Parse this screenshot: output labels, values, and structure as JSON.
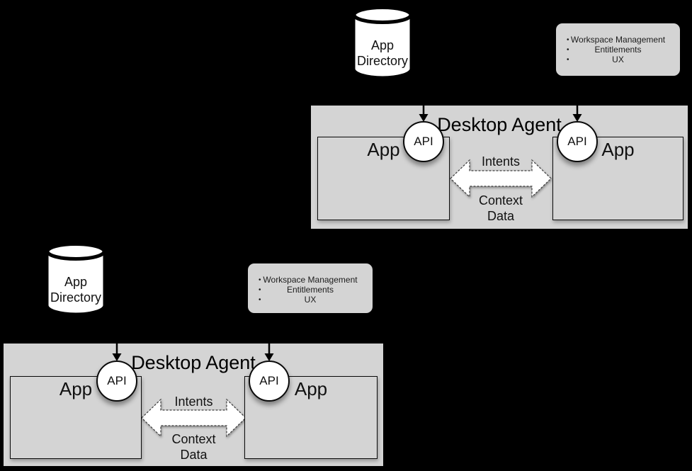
{
  "background_color": "#000000",
  "panel_color": "#d4d4d4",
  "bullet_glyph": "•",
  "diagrams": [
    {
      "position": "top-right",
      "app_directory": {
        "line1": "App",
        "line2": "Directory"
      },
      "features": {
        "items": [
          "Workspace Management",
          "Entitlements",
          "UX"
        ]
      },
      "desktop_agent": {
        "title": "Desktop Agent",
        "apps": [
          "App",
          "App"
        ],
        "api": "API",
        "intents": "Intents",
        "context_line1": "Context",
        "context_line2": "Data"
      }
    },
    {
      "position": "bottom-left",
      "app_directory": {
        "line1": "App",
        "line2": "Directory"
      },
      "features": {
        "items": [
          "Workspace Management",
          "Entitlements",
          "UX"
        ]
      },
      "desktop_agent": {
        "title": "Desktop Agent",
        "apps": [
          "App",
          "App"
        ],
        "api": "API",
        "intents": "Intents",
        "context_line1": "Context",
        "context_line2": "Data"
      }
    }
  ]
}
